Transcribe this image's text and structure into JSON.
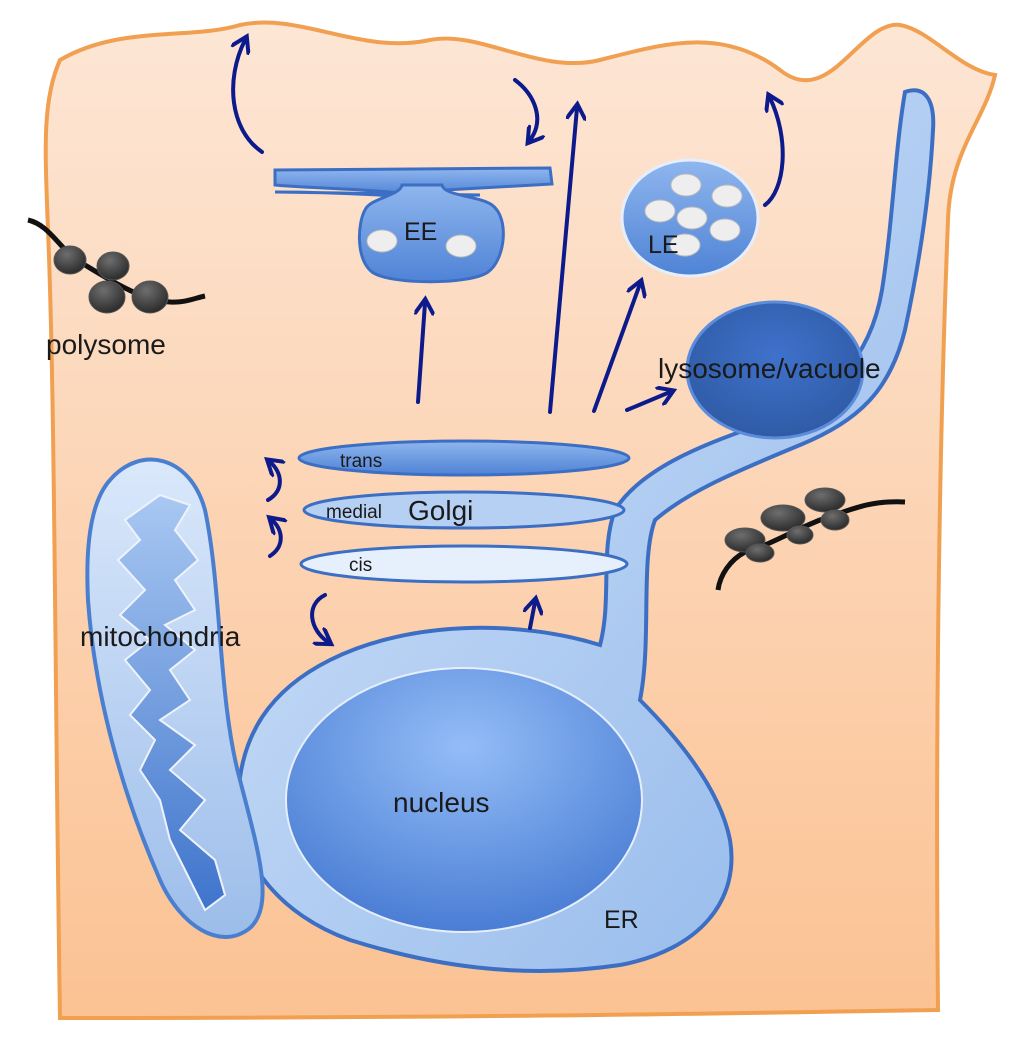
{
  "labels": {
    "polysome": "polysome",
    "ee": "EE",
    "le": "LE",
    "lysosome": "lysosome/vacuole",
    "trans": "trans",
    "medial": "medial",
    "golgi": "Golgi",
    "cis": "cis",
    "mitochondria": "mitochondria",
    "nucleus": "nucleus",
    "er": "ER"
  },
  "colors": {
    "cell_fill_top": "#fde7d6",
    "cell_fill_bottom": "#fbc79e",
    "cell_stroke": "#f0a050",
    "organelle_blue": "#6f9fe0",
    "organelle_stroke": "#3c6fc4",
    "er_fill": "#b9d3f4",
    "arrow": "#0d1a8c",
    "ribosome": "#3a3a3a"
  }
}
